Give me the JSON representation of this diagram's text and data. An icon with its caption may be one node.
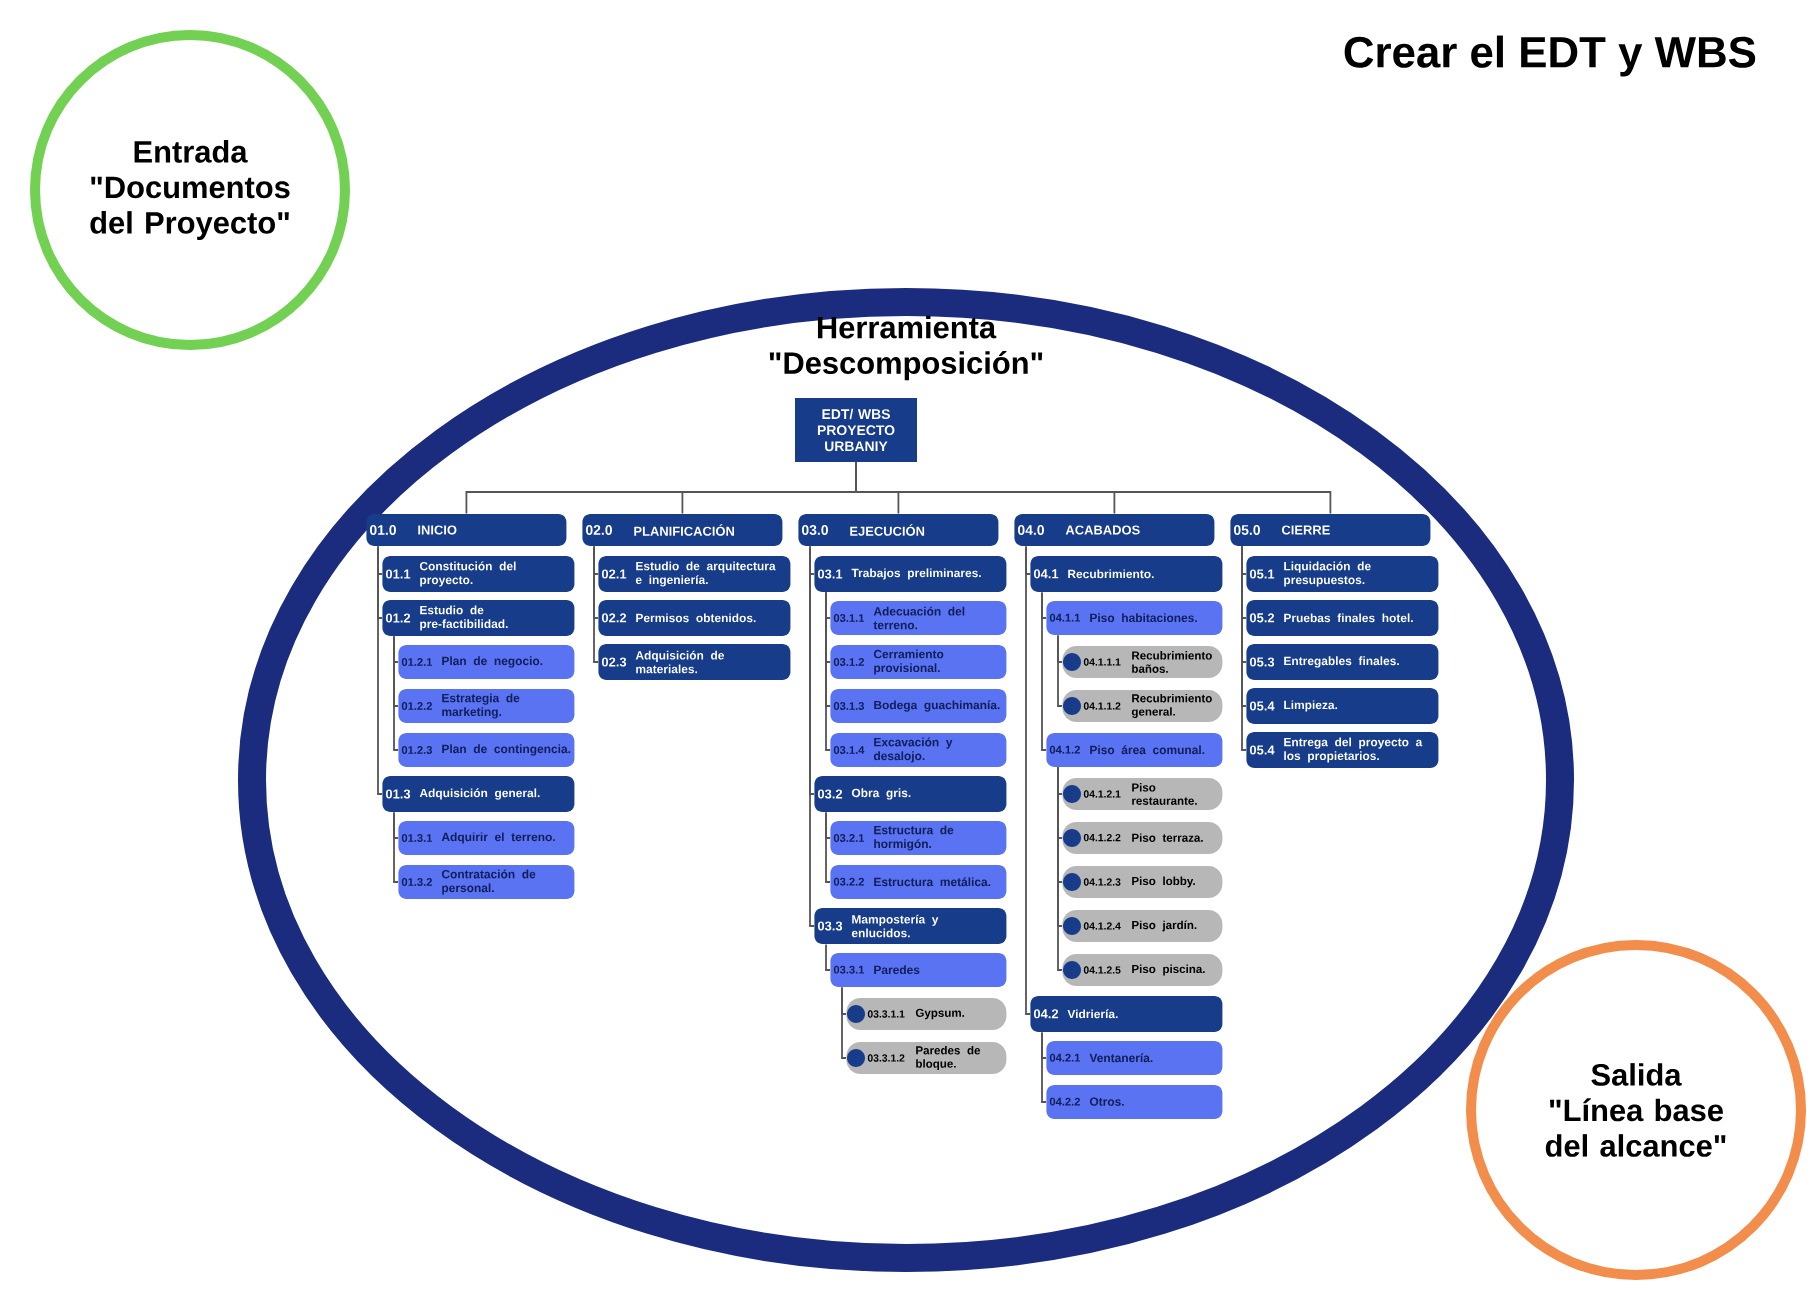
{
  "diagram": {
    "title": "Crear el EDT y WBS",
    "nodes": [
      {
        "text": [
          "Entrada",
          "\"Documentos del Proyecto\""
        ]
      },
      {
        "text": [
          "Herramienta \"Descomposición\""
        ]
      },
      {
        "text": [
          "Salida",
          "\"Línea base del alcance\""
        ]
      },
      {
        "text": [
          "EDT/ WBS PROYECTO URBANIY"
        ],
        "in": 1
      },
      {
        "text": [
          "01.0",
          "INICIO"
        ],
        "in": 1
      },
      {
        "text": [
          "01.1",
          "Constitución del proyecto."
        ],
        "in": 1
      },
      {
        "text": [
          "01.2",
          "Estudio de pre-factibilidad."
        ],
        "in": 1
      },
      {
        "text": [
          "01.2.1",
          "Plan de negocio."
        ],
        "in": 1
      },
      {
        "text": [
          "01.2.2",
          "Estrategia de marketing."
        ],
        "in": 1
      },
      {
        "text": [
          "01.2.3",
          "Plan de contingencia."
        ],
        "in": 1
      },
      {
        "text": [
          "01.3",
          "Adquisición general."
        ],
        "in": 1
      },
      {
        "text": [
          "01.3.1",
          "Adquirir el terreno."
        ],
        "in": 1
      },
      {
        "text": [
          "01.3.2",
          "Contratación de personal."
        ],
        "in": 1
      },
      {
        "text": [
          "02.0",
          "PLANIFICACIÓN"
        ],
        "in": 1
      },
      {
        "text": [
          "02.1",
          "Estudio de arquitectura e ingeniería."
        ],
        "in": 1
      },
      {
        "text": [
          "02.2",
          "Permisos obtenidos."
        ],
        "in": 1
      },
      {
        "text": [
          "02.3",
          "Adquisición de materiales."
        ],
        "in": 1
      },
      {
        "text": [
          "03.0",
          "EJECUCIÓN"
        ],
        "in": 1
      },
      {
        "text": [
          "03.1",
          "Trabajos preliminares."
        ],
        "in": 1
      },
      {
        "text": [
          "03.1.1",
          "Adecuación del terreno."
        ],
        "in": 1
      },
      {
        "text": [
          "03.1.2",
          "Cerramiento provisional."
        ],
        "in": 1
      },
      {
        "text": [
          "03.1.3",
          "Bodega guachimanía."
        ],
        "in": 1
      },
      {
        "text": [
          "03.1.4",
          "Excavación y desalojo."
        ],
        "in": 1
      },
      {
        "text": [
          "03.2",
          "Obra gris."
        ],
        "in": 1
      },
      {
        "text": [
          "03.2.1",
          "Estructura de hormigón."
        ],
        "in": 1
      },
      {
        "text": [
          "03.2.2",
          "Estructura metálica."
        ],
        "in": 1
      },
      {
        "text": [
          "03.3",
          "Mampostería y enlucidos."
        ],
        "in": 1
      },
      {
        "text": [
          "03.3.1",
          "Paredes"
        ],
        "in": 1
      },
      {
        "text": [
          "03.3.1.1",
          "Gypsum."
        ],
        "in": 1
      },
      {
        "text": [
          "03.3.1.2",
          "Paredes de bloque."
        ],
        "in": 1
      },
      {
        "text": [
          "04.0",
          "ACABADOS"
        ],
        "in": 1
      },
      {
        "text": [
          "04.1",
          "Recubrimiento."
        ],
        "in": 1
      },
      {
        "text": [
          "04.1.1",
          "Piso habitaciones."
        ],
        "in": 1
      },
      {
        "text": [
          "04.1.1.1",
          "Recubrimiento baños."
        ],
        "in": 1
      },
      {
        "text": [
          "04.1.1.2",
          "Recubrimiento general."
        ],
        "in": 1
      },
      {
        "text": [
          "04.1.2",
          "Piso área comunal."
        ],
        "in": 1
      },
      {
        "text": [
          "04.1.2.1",
          "Piso restaurante."
        ],
        "in": 1
      },
      {
        "text": [
          "04.1.2.2",
          "Piso terraza."
        ],
        "in": 1
      },
      {
        "text": [
          "04.1.2.3",
          "Piso lobby."
        ],
        "in": 1
      },
      {
        "text": [
          "04.1.2.4",
          "Piso jardín."
        ],
        "in": 1
      },
      {
        "text": [
          "04.1.2.5",
          "Piso piscina."
        ],
        "in": 1
      },
      {
        "text": [
          "04.2",
          "Vidriería."
        ],
        "in": 1
      },
      {
        "text": [
          "04.2.1",
          "Ventanería."
        ],
        "in": 1
      },
      {
        "text": [
          "04.2.2",
          "Otros."
        ],
        "in": 1
      },
      {
        "text": [
          "05.0",
          "CIERRE"
        ],
        "in": 1
      },
      {
        "text": [
          "05.1",
          "Liquidación de presupuestos."
        ],
        "in": 1
      },
      {
        "text": [
          "05.2",
          "Pruebas finales hotel."
        ],
        "in": 1
      },
      {
        "text": [
          "05.3",
          "Entregables finales."
        ],
        "in": 1
      },
      {
        "text": [
          "05.4",
          "Limpieza."
        ],
        "in": 1
      },
      {
        "text": [
          "05.4",
          "Entrega del proyecto a los propietarios."
        ],
        "in": 1
      }
    ],
    "edges": [
      {
        "from": 3,
        "to": 4,
        "arrow": "none"
      },
      {
        "from": 3,
        "to": 13,
        "arrow": "none"
      },
      {
        "from": 3,
        "to": 17,
        "arrow": "none"
      },
      {
        "from": 3,
        "to": 30,
        "arrow": "none"
      },
      {
        "from": 3,
        "to": 44,
        "arrow": "none"
      },
      {
        "from": 4,
        "to": 5,
        "arrow": "none"
      },
      {
        "from": 4,
        "to": 6,
        "arrow": "none"
      },
      {
        "from": 4,
        "to": 10,
        "arrow": "none"
      },
      {
        "from": 6,
        "to": 7,
        "arrow": "none"
      },
      {
        "from": 6,
        "to": 8,
        "arrow": "none"
      },
      {
        "from": 6,
        "to": 9,
        "arrow": "none"
      },
      {
        "from": 10,
        "to": 11,
        "arrow": "none"
      },
      {
        "from": 10,
        "to": 12,
        "arrow": "none"
      },
      {
        "from": 13,
        "to": 14,
        "arrow": "none"
      },
      {
        "from": 13,
        "to": 15,
        "arrow": "none"
      },
      {
        "from": 13,
        "to": 16,
        "arrow": "none"
      },
      {
        "from": 17,
        "to": 18,
        "arrow": "none"
      },
      {
        "from": 17,
        "to": 23,
        "arrow": "none"
      },
      {
        "from": 17,
        "to": 26,
        "arrow": "none"
      },
      {
        "from": 18,
        "to": 19,
        "arrow": "none"
      },
      {
        "from": 18,
        "to": 20,
        "arrow": "none"
      },
      {
        "from": 18,
        "to": 21,
        "arrow": "none"
      },
      {
        "from": 18,
        "to": 22,
        "arrow": "none"
      },
      {
        "from": 23,
        "to": 24,
        "arrow": "none"
      },
      {
        "from": 23,
        "to": 25,
        "arrow": "none"
      },
      {
        "from": 26,
        "to": 27,
        "arrow": "none"
      },
      {
        "from": 27,
        "to": 28,
        "arrow": "none"
      },
      {
        "from": 27,
        "to": 29,
        "arrow": "none"
      },
      {
        "from": 30,
        "to": 31,
        "arrow": "none"
      },
      {
        "from": 30,
        "to": 41,
        "arrow": "none"
      },
      {
        "from": 31,
        "to": 32,
        "arrow": "none"
      },
      {
        "from": 31,
        "to": 35,
        "arrow": "none"
      },
      {
        "from": 32,
        "to": 33,
        "arrow": "none"
      },
      {
        "from": 32,
        "to": 34,
        "arrow": "none"
      },
      {
        "from": 35,
        "to": 36,
        "arrow": "none"
      },
      {
        "from": 35,
        "to": 37,
        "arrow": "none"
      },
      {
        "from": 35,
        "to": 38,
        "arrow": "none"
      },
      {
        "from": 35,
        "to": 39,
        "arrow": "none"
      },
      {
        "from": 35,
        "to": 40,
        "arrow": "none"
      },
      {
        "from": 41,
        "to": 42,
        "arrow": "none"
      },
      {
        "from": 41,
        "to": 43,
        "arrow": "none"
      },
      {
        "from": 44,
        "to": 45,
        "arrow": "none"
      },
      {
        "from": 44,
        "to": 46,
        "arrow": "none"
      },
      {
        "from": 44,
        "to": 47,
        "arrow": "none"
      },
      {
        "from": 44,
        "to": 48,
        "arrow": "none"
      },
      {
        "from": 44,
        "to": 49,
        "arrow": "none"
      }
    ]
  }
}
